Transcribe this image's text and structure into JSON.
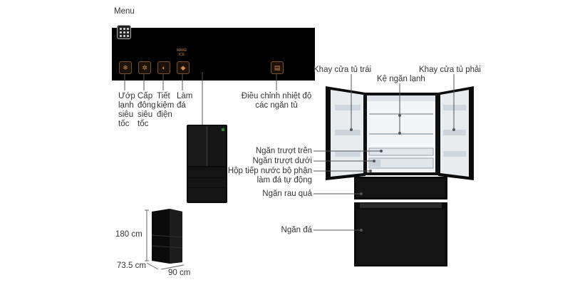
{
  "panel": {
    "menu_label": "Menu",
    "make_ice_text": "MAKE ICE",
    "features": [
      {
        "label": "Ướp lạnh siêu tốc",
        "icon": "rapid-cool-icon"
      },
      {
        "label": "Cấp đông siêu tốc",
        "icon": "rapid-freeze-icon"
      },
      {
        "label": "Tiết kiệm điện",
        "icon": "eco-icon"
      },
      {
        "label": "Làm đá",
        "icon": "ice-make-icon"
      },
      {
        "label": "Điều chỉnh nhiệt độ các ngăn tủ",
        "icon": "temperature-icon"
      }
    ]
  },
  "fridge_parts": {
    "left_door_tray": "Khay cửa tủ trái",
    "shelf": "Kệ ngăn lạnh",
    "right_door_tray": "Khay cửa tủ phải",
    "upper_slide": "Ngăn trượt trên",
    "lower_slide": "Ngăn trượt dưới",
    "water_box": "Hộp tiếp nước bộ phận làm đá tự động",
    "vegetable": "Ngăn rau quả",
    "ice": "Ngăn đá"
  },
  "dimensions": {
    "height": "180 cm",
    "depth": "73.5 cm",
    "width": "90 cm"
  },
  "colors": {
    "fridge_body": "#0b0b0b",
    "interior": "#f2f4f6",
    "panel_accent": "#c98a4a",
    "line": "#555555"
  }
}
